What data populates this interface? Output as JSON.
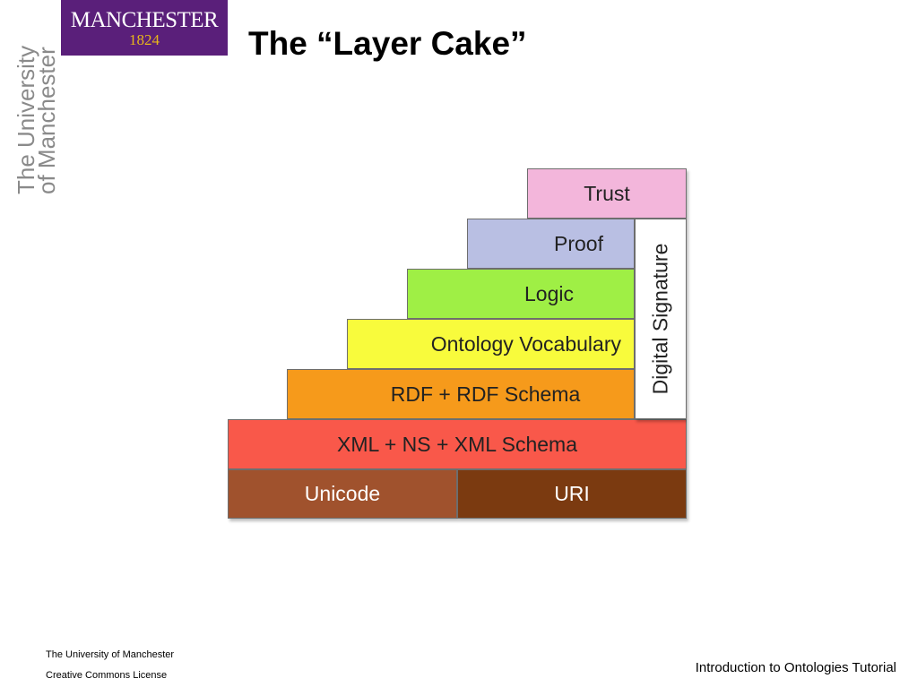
{
  "branding": {
    "logo_word": "MANCHESTER",
    "logo_year": "1824",
    "side_line1": "The University",
    "side_line2": "of Manchester",
    "colors": {
      "logo_bg": "#5a1f7a",
      "logo_year": "#e8b71a"
    }
  },
  "slide": {
    "title": "The “Layer Cake”"
  },
  "diagram": {
    "layers": [
      {
        "label": "Trust",
        "color": "#f3b6db"
      },
      {
        "label": "Proof",
        "color": "#b9bfe3"
      },
      {
        "label": "Logic",
        "color": "#9fef45"
      },
      {
        "label": "Ontology Vocabulary",
        "color": "#f8fb3c"
      },
      {
        "label": "RDF + RDF Schema",
        "color": "#f69a1b"
      },
      {
        "label": "XML + NS + XML Schema",
        "color": "#f9584a"
      },
      {
        "label": "Unicode",
        "color": "#a0522d"
      },
      {
        "label": "URI",
        "color": "#7b3a10"
      }
    ],
    "side_label": "Digital Signature"
  },
  "footer": {
    "left_line1": "The University of Manchester",
    "left_line2": "Creative Commons License",
    "right": "Introduction to Ontologies Tutorial"
  }
}
